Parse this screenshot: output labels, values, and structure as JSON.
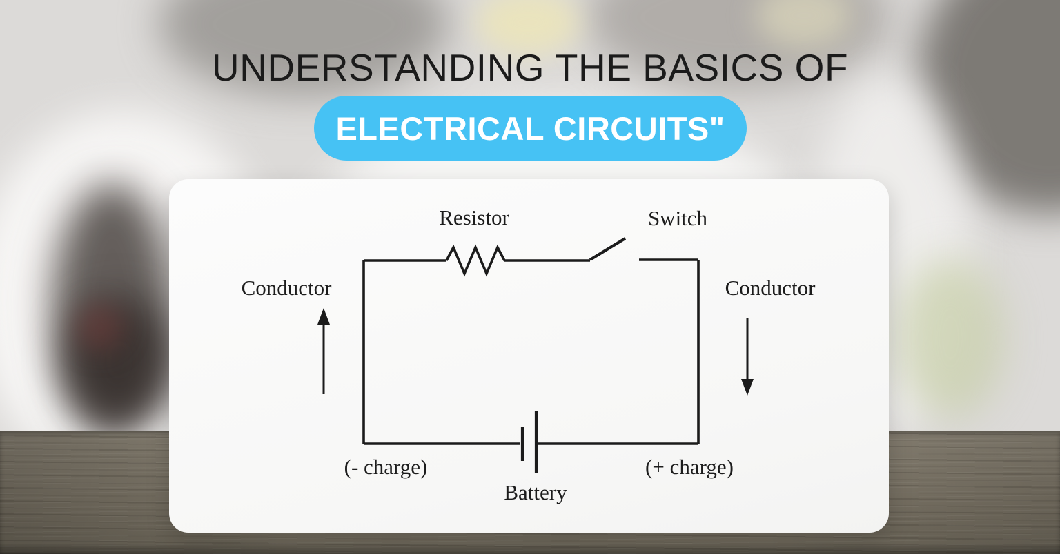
{
  "title": "UNDERSTANDING THE BASICS OF",
  "subtitle": "ELECTRICAL CIRCUITS\"",
  "colors": {
    "accent_blue": "#46C2F4",
    "text_dark": "#1b1b1b",
    "wire": "#1b1b1b",
    "card_bg": "#fafafa",
    "desk_wood": "#7b7466"
  },
  "diagram": {
    "labels": {
      "resistor": "Resistor",
      "switch": "Switch",
      "conductor_left": "Conductor",
      "conductor_right": "Conductor",
      "negative_charge": "(- charge)",
      "positive_charge": "(+ charge)",
      "battery": "Battery"
    },
    "symbols": [
      "resistor-zigzag",
      "open-switch",
      "battery-cell",
      "current-up-arrow",
      "current-down-arrow"
    ]
  }
}
